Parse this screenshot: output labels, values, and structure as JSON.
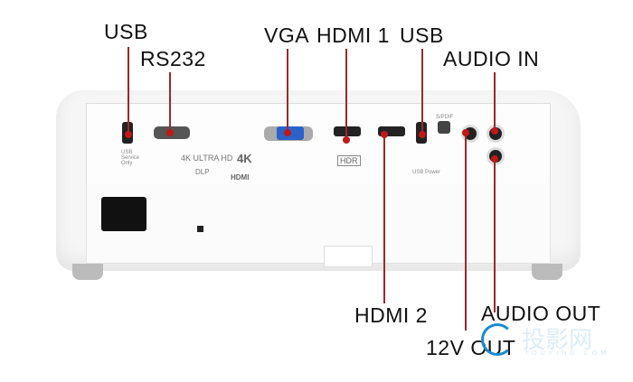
{
  "labels": {
    "usb_top_left": "USB",
    "rs232": "RS232",
    "vga": "VGA",
    "hdmi1": "HDMI 1",
    "usb_top_right": "USB",
    "audio_in": "AUDIO IN",
    "hdmi2": "HDMI 2",
    "audio_out": "AUDIO OUT",
    "out12v": "12V OUT"
  },
  "panel_text": {
    "ultra_hd": "4K ULTRA HD",
    "k4": "4K",
    "dlp": "DLP",
    "hdmi_logo": "HDMI",
    "hdr": "HDR",
    "usb_service": "USB Service Only",
    "usb_power": "USB Power",
    "spdif": "S/PDIF"
  },
  "watermark": {
    "text": "投影网",
    "sub": "TOUYING.COM"
  },
  "colors": {
    "leader": "#9a2a2a",
    "dot": "#c01818",
    "vga": "#2a62c9",
    "watermark": "#1a8ad4"
  }
}
